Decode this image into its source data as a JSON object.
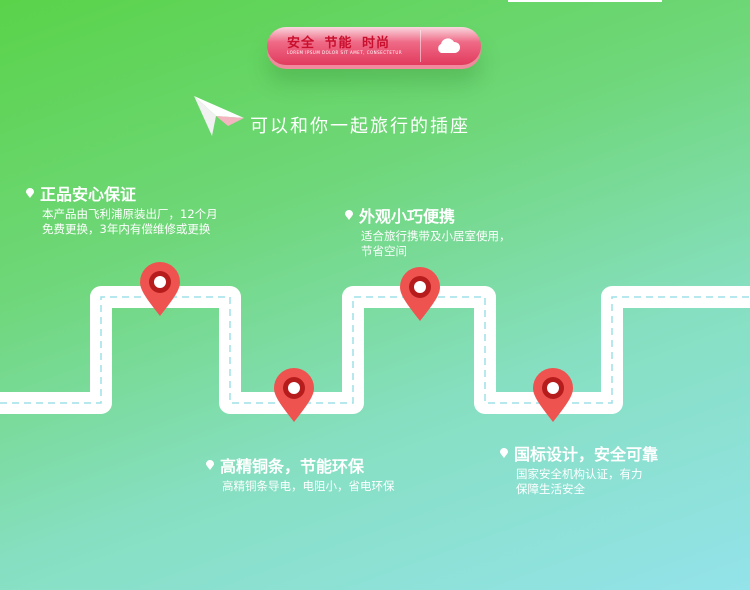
{
  "badge": {
    "main": "安全 节能 时尚",
    "sub": "LOREM IPSUM DOLOR SIT AMET, CONSECTETUR",
    "icon": "cloud-icon"
  },
  "slogan": "可以和你一起旅行的插座",
  "features": [
    {
      "title": "正品安心保证",
      "lines": [
        "本产品由飞利浦原装出厂，12个月",
        "免费更换，3年内有偿维修或更换"
      ]
    },
    {
      "title": "外观小巧便携",
      "lines": [
        "适合旅行携带及小居室使用，",
        "节省空间"
      ]
    },
    {
      "title": "高精铜条，节能环保",
      "lines": [
        "高精铜条导电，电阻小，省电环保"
      ]
    },
    {
      "title": "国标设计，安全可靠",
      "lines": [
        "国家安全机构认证，有力",
        "保障生活安全"
      ]
    }
  ],
  "colors": {
    "pin": "#ef5350",
    "pin_dark": "#c62828",
    "road": "#ffffff",
    "dash": "#9ee0e8",
    "badge_text": "#c8102e"
  }
}
